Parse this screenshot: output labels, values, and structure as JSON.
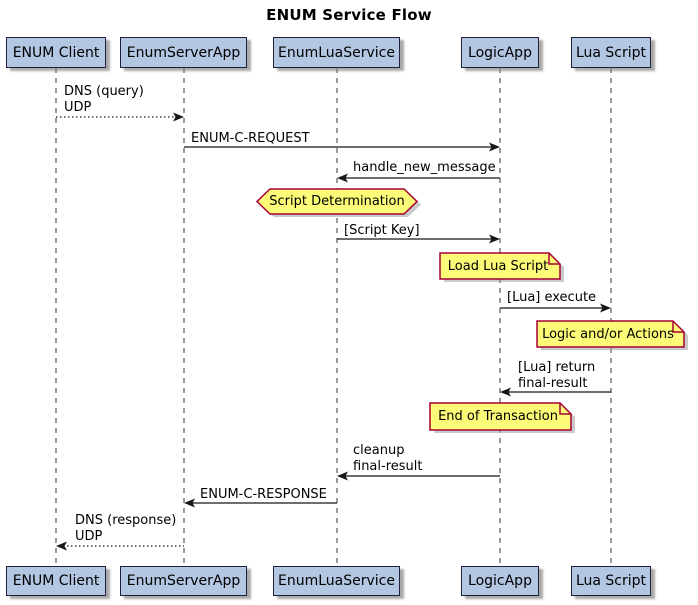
{
  "diagram": {
    "type": "uml-sequence-diagram",
    "title": "ENUM Service Flow"
  },
  "participants": [
    {
      "name": "ENUM Client"
    },
    {
      "name": "EnumServerApp"
    },
    {
      "name": "EnumLuaService"
    },
    {
      "name": "LogicApp"
    },
    {
      "name": "Lua Script"
    }
  ],
  "messages": [
    {
      "from": "ENUM Client",
      "to": "EnumServerApp",
      "lines": [
        "DNS (query)",
        "UDP"
      ],
      "style": "dotted",
      "direction": "right"
    },
    {
      "from": "EnumServerApp",
      "to": "LogicApp",
      "lines": [
        "ENUM-C-REQUEST"
      ],
      "style": "solid",
      "direction": "right"
    },
    {
      "from": "LogicApp",
      "to": "EnumLuaService",
      "lines": [
        "handle_new_message"
      ],
      "style": "solid",
      "direction": "left"
    },
    {
      "from": "EnumLuaService",
      "to": "LogicApp",
      "lines": [
        "[Script Key]"
      ],
      "style": "solid",
      "direction": "right"
    },
    {
      "from": "LogicApp",
      "to": "Lua Script",
      "lines": [
        "[Lua] execute"
      ],
      "style": "solid",
      "direction": "right"
    },
    {
      "from": "Lua Script",
      "to": "LogicApp",
      "lines": [
        "[Lua] return",
        "final-result"
      ],
      "style": "solid",
      "direction": "left"
    },
    {
      "from": "LogicApp",
      "to": "EnumLuaService",
      "lines": [
        "cleanup",
        "final-result"
      ],
      "style": "solid",
      "direction": "left"
    },
    {
      "from": "EnumLuaService",
      "to": "EnumServerApp",
      "lines": [
        "ENUM-C-RESPONSE"
      ],
      "style": "solid",
      "direction": "left"
    },
    {
      "from": "EnumServerApp",
      "to": "ENUM Client",
      "lines": [
        "DNS (response)",
        "UDP"
      ],
      "style": "dotted",
      "direction": "left"
    }
  ],
  "notes": [
    {
      "shape": "hexagon",
      "text": "Script Determination",
      "over": "EnumLuaService"
    },
    {
      "shape": "note",
      "text": "Load Lua Script",
      "over": "LogicApp"
    },
    {
      "shape": "note",
      "text": "Logic and/or Actions",
      "over": "Lua Script"
    },
    {
      "shape": "note",
      "text": "End of Transaction",
      "over": "LogicApp"
    }
  ],
  "colors": {
    "participant-fill": "#B3C6E2",
    "participant-border": "#20203A",
    "note-fill": "#FBFB77",
    "note-border": "#A80036",
    "lifeline": "#9A9A9A",
    "arrow": "#181818",
    "text": "#000000"
  }
}
